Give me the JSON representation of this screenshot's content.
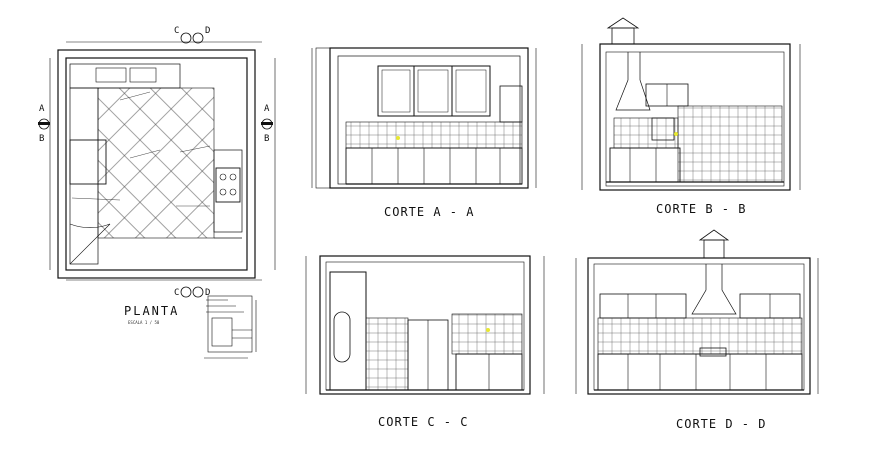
{
  "plan": {
    "title": "PLANTA",
    "scale": "ESCALA 1 / 50",
    "markers": {
      "c": "C",
      "d": "D",
      "a": "A",
      "b": "B"
    }
  },
  "sections": {
    "aa": {
      "title": "CORTE A - A"
    },
    "bb": {
      "title": "CORTE B - B"
    },
    "cc": {
      "title": "CORTE C - C"
    },
    "dd": {
      "title": "CORTE D - D"
    }
  }
}
